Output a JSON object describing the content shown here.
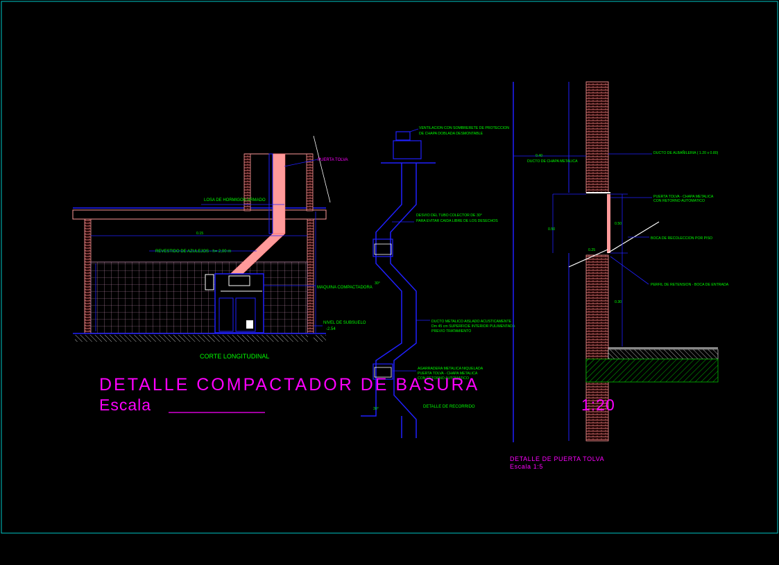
{
  "drawing": {
    "title": "DETALLE COMPACTADOR DE BASURA",
    "scale_label": "Escala",
    "scale_value": "1:20"
  },
  "section": {
    "caption": "CORTE LONGITUDINAL",
    "labels": {
      "puerta_tolva": "PUERTA TOLVA",
      "losa": "LOSA DE HORMIGON ARMADO",
      "dim_small": "0.15",
      "revestido": "REVESTIDO DE AZULEJOS - h= 2,00 m",
      "maquina": "MAQUINA COMPACTADORA",
      "nivel_line1": "NIVEL DE SUBSUELO",
      "nivel_line2": "-2.54"
    }
  },
  "route": {
    "caption": "DETALLE DE RECORRIDO",
    "labels": {
      "ventilacion_line1": "VENTILACION CON SOMBRERETE DE PROTECCION",
      "ventilacion_line2": "DE CHAPA DOBLADA DESMONTABLE",
      "desvio_line1": "DESVIO DEL TUBO COLECTOR DE 30°",
      "desvio_line2": "PARA EVITAR CAIDA LIBRE DE LOS DESECHOS",
      "angle_top": "30°",
      "angle_bottom": "30°",
      "ducto_line1": "DUCTO METALICO AISLADO ACUSTICAMENTE",
      "ducto_line2": "Dm 45 cm   SUPERFICIE INTERIOR PULIMENTADA",
      "ducto_line3": "PREVIO TRATAMIENTO",
      "agarradera_line1": "AGARRADERA METALICA NIQUELADA",
      "agarradera_line2": "PUERTA TOLVA - CHAPA METALICA",
      "agarradera_line3": "CON RETORNO AUTOMATICO"
    }
  },
  "door": {
    "caption": "DETALLE DE PUERTA TOLVA",
    "scale": "Escala 1:5",
    "labels": {
      "dim_040": "0.40",
      "ducto_chapa": "DUCTO DE CHAPA METALICA",
      "ducto_albanileria": "DUCTO DE ALBAÑILERIA ( 1.20 x 0.80)",
      "puerta_line1": "PUERTA TOLVA - CHAPA METALICA",
      "puerta_line2": "CON RETORNO AUTOMATICO",
      "dim_050_left": "0.50",
      "dim_050_right": "0.50",
      "boca": "BOCA DE RECOLECCION POR PISO",
      "dim_025": "0.25",
      "perfil": "PERFIL DE RETENSION - BOCA DE ENTRADA",
      "dim_030": "0.30"
    }
  },
  "colors": {
    "background": "#000000",
    "frame": "#00c8c8",
    "structure": "#2020ff",
    "annotation": "#00ff00",
    "title": "#ff00ff",
    "hatch": "#ff9a9a",
    "tile": "#e0b0c0",
    "white": "#ffffff"
  }
}
